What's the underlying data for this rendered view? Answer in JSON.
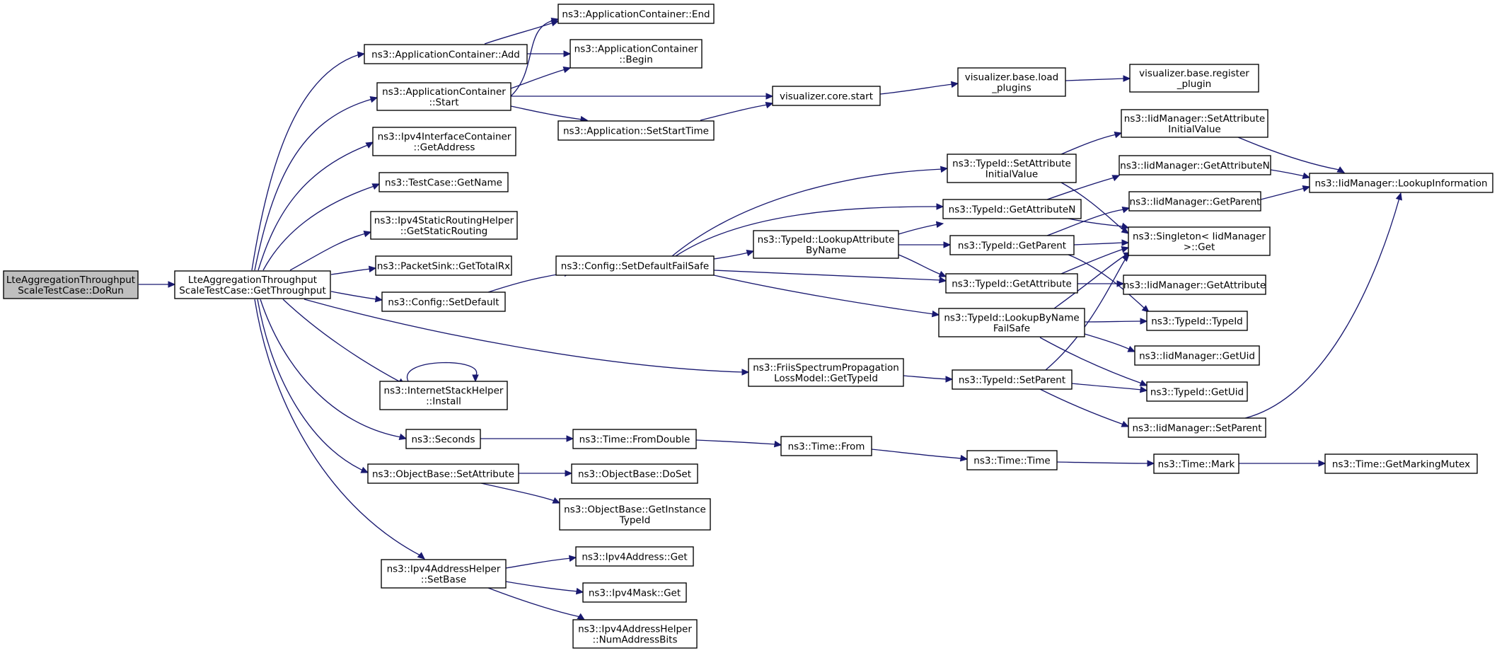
{
  "diagram": {
    "type": "call-graph",
    "edge_color": "#191970",
    "root_fill": "#bfbfbf",
    "nodes": [
      {
        "id": "root",
        "lines": [
          "LteAggregationThroughput",
          "ScaleTestCase::DoRun"
        ],
        "root": true
      },
      {
        "id": "getthroughput",
        "lines": [
          "LteAggregationThroughput",
          "ScaleTestCase::GetThroughput"
        ]
      },
      {
        "id": "appcont_add",
        "lines": [
          "ns3::ApplicationContainer::Add"
        ]
      },
      {
        "id": "appcont_start",
        "lines": [
          "ns3::ApplicationContainer",
          "::Start"
        ]
      },
      {
        "id": "ipv4ifc_getaddress",
        "lines": [
          "ns3::Ipv4InterfaceContainer",
          "::GetAddress"
        ]
      },
      {
        "id": "testcase_getname",
        "lines": [
          "ns3::TestCase::GetName"
        ]
      },
      {
        "id": "ipv4static_getstatic",
        "lines": [
          "ns3::Ipv4StaticRoutingHelper",
          "::GetStaticRouting"
        ]
      },
      {
        "id": "packetsink_gettotalrx",
        "lines": [
          "ns3::PacketSink::GetTotalRx"
        ]
      },
      {
        "id": "config_setdefault",
        "lines": [
          "ns3::Config::SetDefault"
        ]
      },
      {
        "id": "inetstack_install",
        "lines": [
          "ns3::InternetStackHelper",
          "::Install"
        ]
      },
      {
        "id": "seconds",
        "lines": [
          "ns3::Seconds"
        ]
      },
      {
        "id": "objbase_setattribute",
        "lines": [
          "ns3::ObjectBase::SetAttribute"
        ]
      },
      {
        "id": "ipv4addrhelper_setbase",
        "lines": [
          "ns3::Ipv4AddressHelper",
          "::SetBase"
        ]
      },
      {
        "id": "appcont_end",
        "lines": [
          "ns3::ApplicationContainer::End"
        ]
      },
      {
        "id": "appcont_begin",
        "lines": [
          "ns3::ApplicationContainer",
          "::Begin"
        ]
      },
      {
        "id": "app_setstarttime",
        "lines": [
          "ns3::Application::SetStartTime"
        ]
      },
      {
        "id": "config_setdefaultfailsafe",
        "lines": [
          "ns3::Config::SetDefaultFailSafe"
        ]
      },
      {
        "id": "friis_gettypeid",
        "lines": [
          "ns3::FriisSpectrumPropagation",
          "LossModel::GetTypeId"
        ]
      },
      {
        "id": "time_fromdouble",
        "lines": [
          "ns3::Time::FromDouble"
        ]
      },
      {
        "id": "objbase_doset",
        "lines": [
          "ns3::ObjectBase::DoSet"
        ]
      },
      {
        "id": "objbase_getinstancetypeid",
        "lines": [
          "ns3::ObjectBase::GetInstance",
          "TypeId"
        ]
      },
      {
        "id": "ipv4address_get",
        "lines": [
          "ns3::Ipv4Address::Get"
        ]
      },
      {
        "id": "ipv4mask_get",
        "lines": [
          "ns3::Ipv4Mask::Get"
        ]
      },
      {
        "id": "ipv4addrhelper_numaddressbits",
        "lines": [
          "ns3::Ipv4AddressHelper",
          "::NumAddressBits"
        ]
      },
      {
        "id": "vis_core_start",
        "lines": [
          "visualizer.core.start"
        ]
      },
      {
        "id": "typeid_lookupattributebyname",
        "lines": [
          "ns3::TypeId::LookupAttribute",
          "ByName"
        ]
      },
      {
        "id": "time_from",
        "lines": [
          "ns3::Time::From"
        ]
      },
      {
        "id": "vis_base_load_plugins",
        "lines": [
          "visualizer.base.load",
          "_plugins"
        ]
      },
      {
        "id": "typeid_setattributeinitialvalue",
        "lines": [
          "ns3::TypeId::SetAttribute",
          "InitialValue"
        ]
      },
      {
        "id": "typeid_getattributen",
        "lines": [
          "ns3::TypeId::GetAttributeN"
        ]
      },
      {
        "id": "typeid_getparent",
        "lines": [
          "ns3::TypeId::GetParent"
        ]
      },
      {
        "id": "typeid_getattribute",
        "lines": [
          "ns3::TypeId::GetAttribute"
        ]
      },
      {
        "id": "typeid_lookupbynamefailsafe",
        "lines": [
          "ns3::TypeId::LookupByName",
          "FailSafe"
        ]
      },
      {
        "id": "typeid_setparent",
        "lines": [
          "ns3::TypeId::SetParent"
        ]
      },
      {
        "id": "time_time",
        "lines": [
          "ns3::Time::Time"
        ]
      },
      {
        "id": "vis_base_register_plugin",
        "lines": [
          "visualizer.base.register",
          "_plugin"
        ]
      },
      {
        "id": "iid_setattributeinitialvalue",
        "lines": [
          "ns3::IidManager::SetAttribute",
          "InitialValue"
        ]
      },
      {
        "id": "iid_getattributen",
        "lines": [
          "ns3::IidManager::GetAttributeN"
        ]
      },
      {
        "id": "iid_getparent",
        "lines": [
          "ns3::IidManager::GetParent"
        ]
      },
      {
        "id": "singleton_get",
        "lines": [
          "ns3::Singleton< IidManager",
          ">::Get"
        ]
      },
      {
        "id": "iid_getattribute",
        "lines": [
          "ns3::IidManager::GetAttribute"
        ]
      },
      {
        "id": "typeid_typeid",
        "lines": [
          "ns3::TypeId::TypeId"
        ]
      },
      {
        "id": "iid_getuid",
        "lines": [
          "ns3::IidManager::GetUid"
        ]
      },
      {
        "id": "typeid_getuid",
        "lines": [
          "ns3::TypeId::GetUid"
        ]
      },
      {
        "id": "iid_setparent",
        "lines": [
          "ns3::IidManager::SetParent"
        ]
      },
      {
        "id": "time_mark",
        "lines": [
          "ns3::Time::Mark"
        ]
      },
      {
        "id": "iid_lookupinformation",
        "lines": [
          "ns3::IidManager::LookupInformation"
        ]
      },
      {
        "id": "time_getmarkingmutex",
        "lines": [
          "ns3::Time::GetMarkingMutex"
        ]
      }
    ]
  }
}
